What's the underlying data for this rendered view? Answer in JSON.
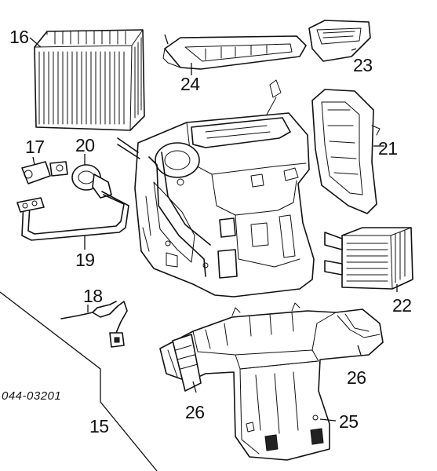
{
  "diagram": {
    "code": "044-03201",
    "callouts": {
      "c15": "15",
      "c16": "16",
      "c17": "17",
      "c18": "18",
      "c19": "19",
      "c20": "20",
      "c21": "21",
      "c22": "22",
      "c23": "23",
      "c24": "24",
      "c25": "25",
      "c26a": "26",
      "c26b": "26"
    }
  }
}
